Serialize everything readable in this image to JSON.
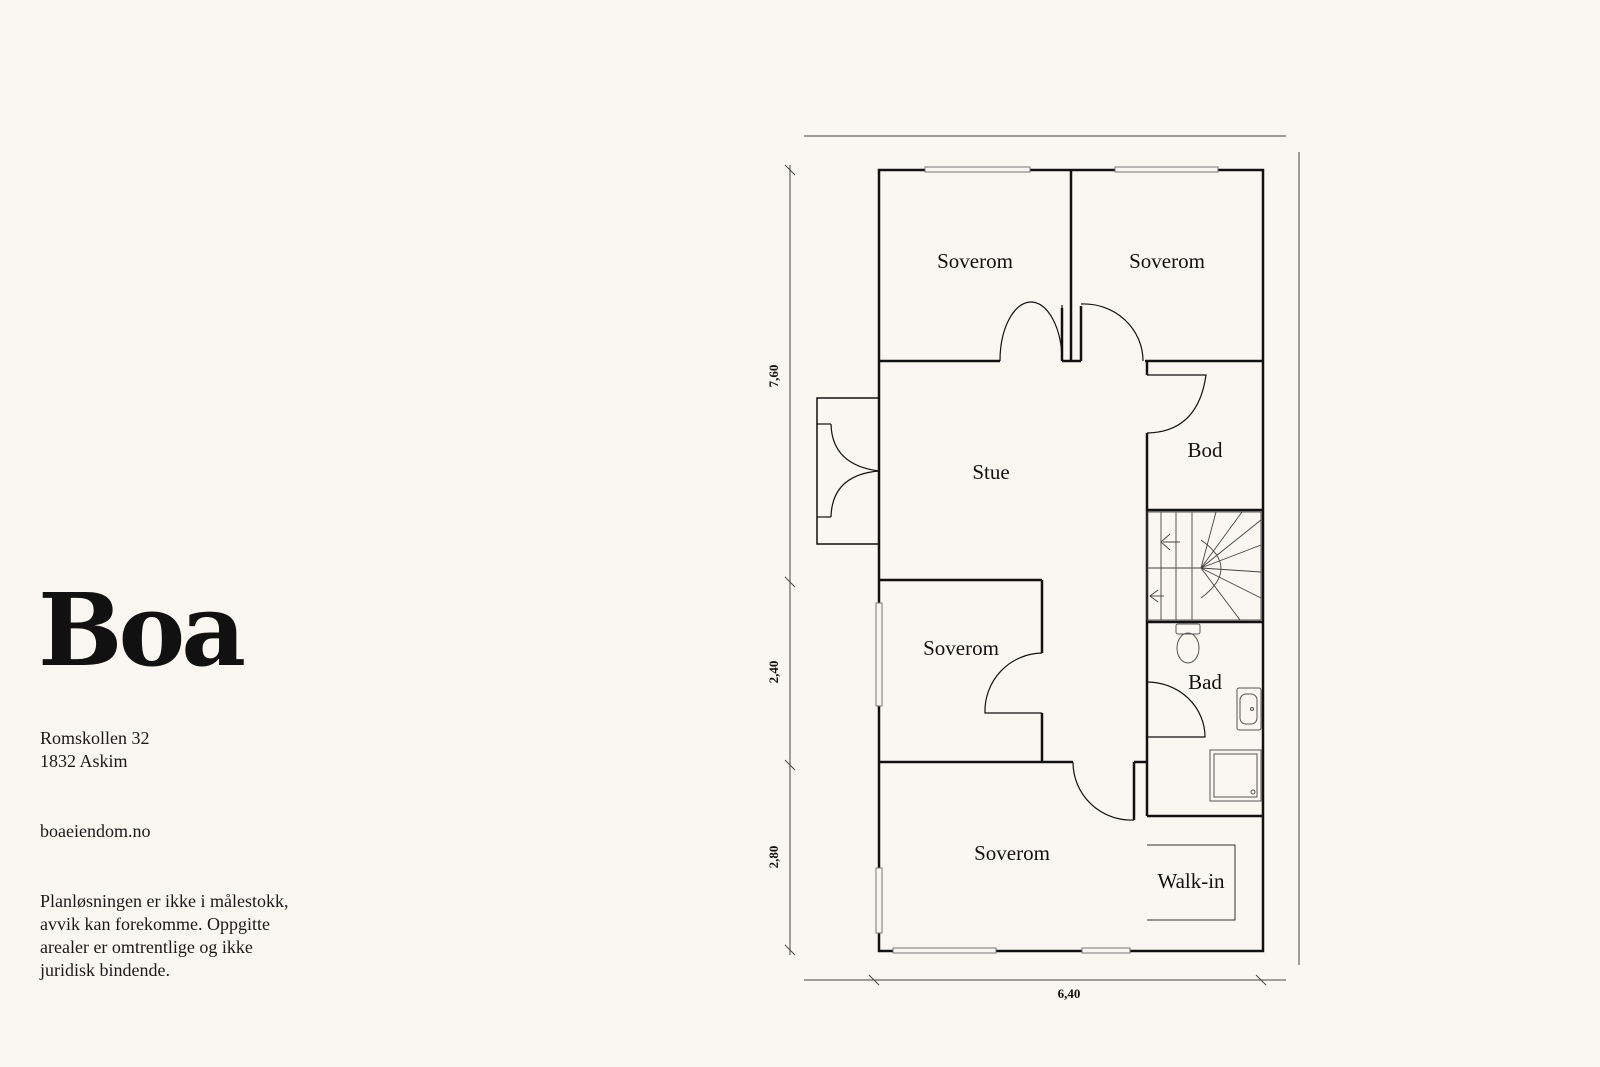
{
  "brand": {
    "name": "Boa"
  },
  "address": {
    "street": "Romskollen 32",
    "city": "1832 Askim"
  },
  "website": "boaeiendom.no",
  "disclaimer": [
    "Planløsningen er ikke i målestokk,",
    "avvik kan forekomme. Oppgitte",
    "arealer er omtrentlige og ikke",
    "juridisk bindende."
  ],
  "rooms": {
    "bedroom_top_left": "Soverom",
    "bedroom_top_right": "Soverom",
    "living": "Stue",
    "storage": "Bod",
    "bedroom_middle": "Soverom",
    "bathroom": "Bad",
    "bedroom_bottom": "Soverom",
    "walk_in": "Walk-in"
  },
  "dimensions": {
    "left_top": "7,60",
    "left_middle": "2,40",
    "left_bottom": "2,80",
    "bottom": "6,40"
  }
}
